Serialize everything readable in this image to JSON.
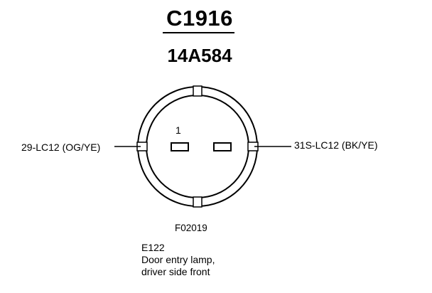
{
  "connector": {
    "id": "C1916",
    "part_number": "14A584",
    "pin_label": "1"
  },
  "wires": {
    "left": "29-LC12 (OG/YE)",
    "right": "31S-LC12 (BK/YE)"
  },
  "figure_id": "F02019",
  "component": {
    "code": "E122",
    "description_line1": "Door entry lamp,",
    "description_line2": "driver side front"
  }
}
